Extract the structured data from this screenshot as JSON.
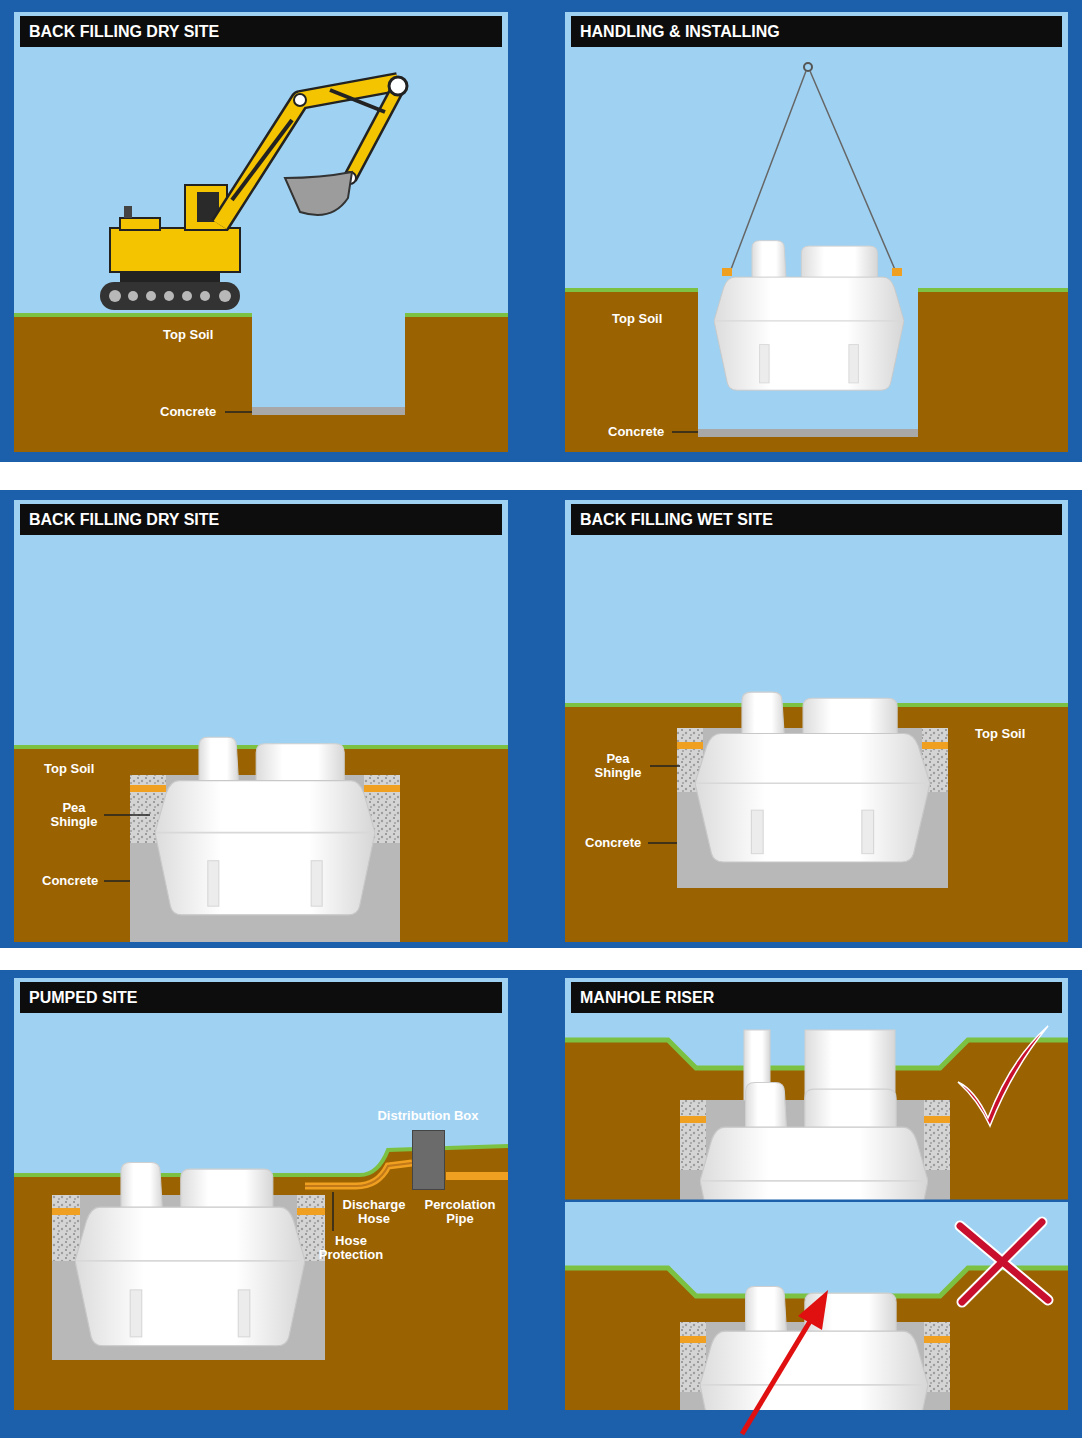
{
  "diagram": {
    "nodes": [
      {
        "text": [
          "BACK FILLING DRY SITE"
        ]
      },
      {
        "text": [
          "HANDLING & INSTALLING"
        ]
      },
      {
        "text": [
          "BACK FILLING DRY SITE"
        ]
      },
      {
        "text": [
          "BACK FILLING WET SITE"
        ]
      },
      {
        "text": [
          "PUMPED SITE"
        ]
      },
      {
        "text": [
          "MANHOLE RISER"
        ]
      },
      {
        "text": [
          "Distribution Box"
        ],
        "in": 4
      }
    ],
    "labels": [
      "Top Soil",
      "Concrete",
      "Top Soil",
      "Concrete",
      "Top Soil",
      "Pea Shingle",
      "Concrete",
      "Top Soil",
      "Pea Shingle",
      "Concrete",
      "Discharge Hose",
      "Percolation Pipe",
      "Hose Protection"
    ]
  }
}
